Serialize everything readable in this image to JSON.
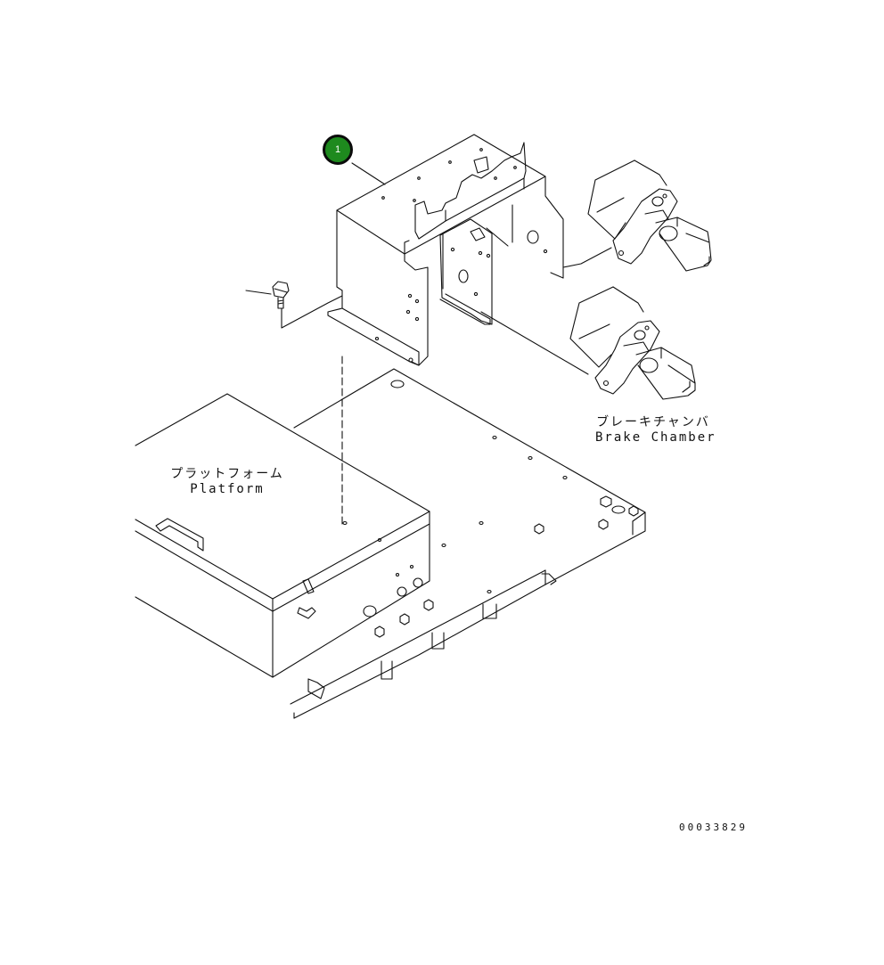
{
  "callouts": [
    {
      "number": "1",
      "color": "#1e8a1e"
    }
  ],
  "labels": {
    "brake_chamber_ja": "ブレーキチャンバ",
    "brake_chamber_en": "Brake Chamber",
    "platform_ja": "プラットフォーム",
    "platform_en": "Platform"
  },
  "drawing_number": "00033829"
}
